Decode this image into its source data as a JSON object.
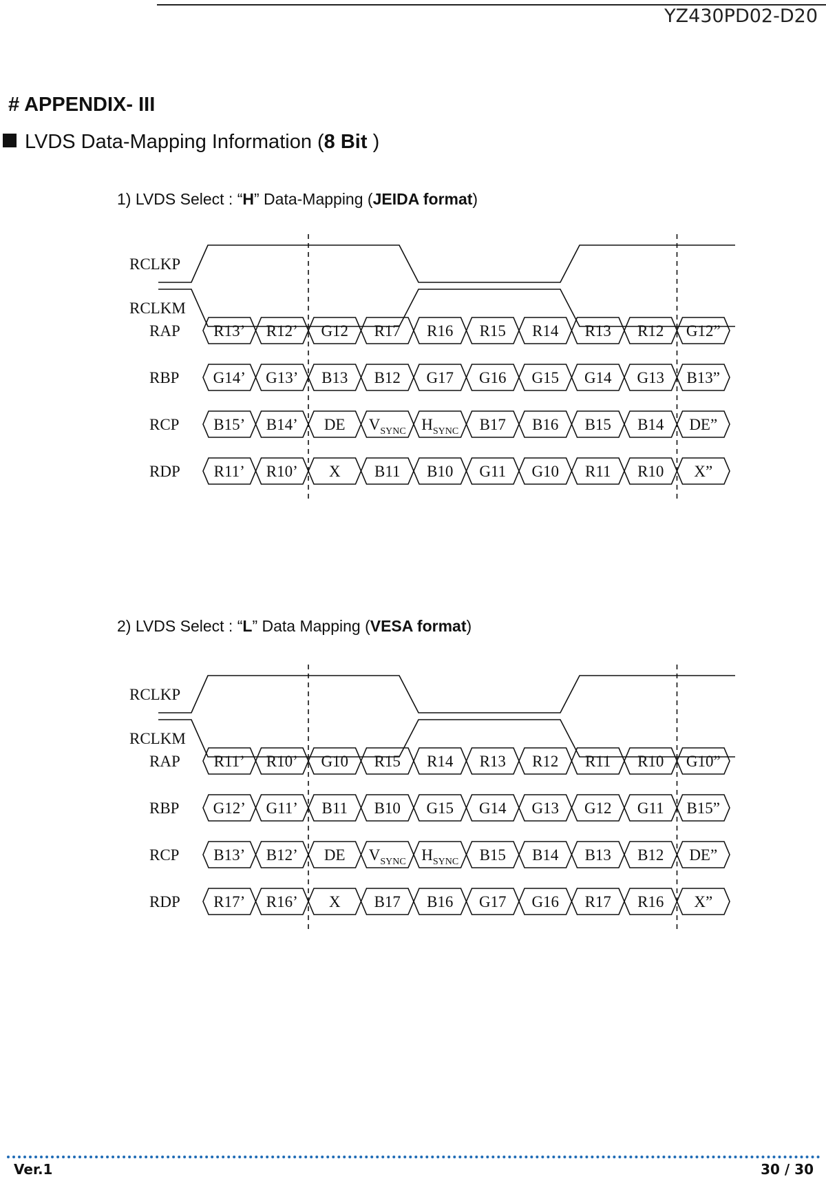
{
  "header": {
    "doc_id": "YZ430PD02-D20"
  },
  "appendix_title": "# APPENDIX- III",
  "section": {
    "prefix": "LVDS Data-Mapping Information (",
    "bold": "8 Bit",
    "suffix": " )"
  },
  "diagrams": [
    {
      "subtitle": {
        "prefix": "1) LVDS Select : “",
        "select_value": "H",
        "middle": "” Data-Mapping (",
        "format": "JEIDA format",
        "suffix": ")"
      },
      "clocks": [
        "RCLKP",
        "RCLKM"
      ],
      "rows": [
        {
          "signal": "RAP",
          "cells": [
            "R13’",
            "R12’",
            "G12",
            "R17",
            "R16",
            "R15",
            "R14",
            "R13",
            "R12",
            "G12”"
          ]
        },
        {
          "signal": "RBP",
          "cells": [
            "G14’",
            "G13’",
            "B13",
            "B12",
            "G17",
            "G16",
            "G15",
            "G14",
            "G13",
            "B13”"
          ]
        },
        {
          "signal": "RCP",
          "cells": [
            "B15’",
            "B14’",
            "DE",
            "VSYNC",
            "HSYNC",
            "B17",
            "B16",
            "B15",
            "B14",
            "DE”"
          ]
        },
        {
          "signal": "RDP",
          "cells": [
            "R11’",
            "R10’",
            "X",
            "B11",
            "B10",
            "G11",
            "G10",
            "R11",
            "R10",
            "X”"
          ]
        }
      ]
    },
    {
      "subtitle": {
        "prefix": "2) LVDS Select : “",
        "select_value": "L",
        "middle": "” Data Mapping (",
        "format": "VESA format",
        "suffix": ")"
      },
      "clocks": [
        "RCLKP",
        "RCLKM"
      ],
      "rows": [
        {
          "signal": "RAP",
          "cells": [
            "R11’",
            "R10’",
            "G10",
            "R15",
            "R14",
            "R13",
            "R12",
            "R11",
            "R10",
            "G10”"
          ]
        },
        {
          "signal": "RBP",
          "cells": [
            "G12’",
            "G11’",
            "B11",
            "B10",
            "G15",
            "G14",
            "G13",
            "G12",
            "G11",
            "B15”"
          ]
        },
        {
          "signal": "RCP",
          "cells": [
            "B13’",
            "B12’",
            "DE",
            "VSYNC",
            "HSYNC",
            "B15",
            "B14",
            "B13",
            "B12",
            "DE”"
          ]
        },
        {
          "signal": "RDP",
          "cells": [
            "R17’",
            "R16’",
            "X",
            "B17",
            "B16",
            "G17",
            "G16",
            "R17",
            "R16",
            "X”"
          ]
        }
      ]
    }
  ],
  "footer": {
    "version": "Ver.1",
    "page": "30 / 30"
  },
  "colors": {
    "footer_rule": "#1f6bb5",
    "ink": "#111111"
  }
}
